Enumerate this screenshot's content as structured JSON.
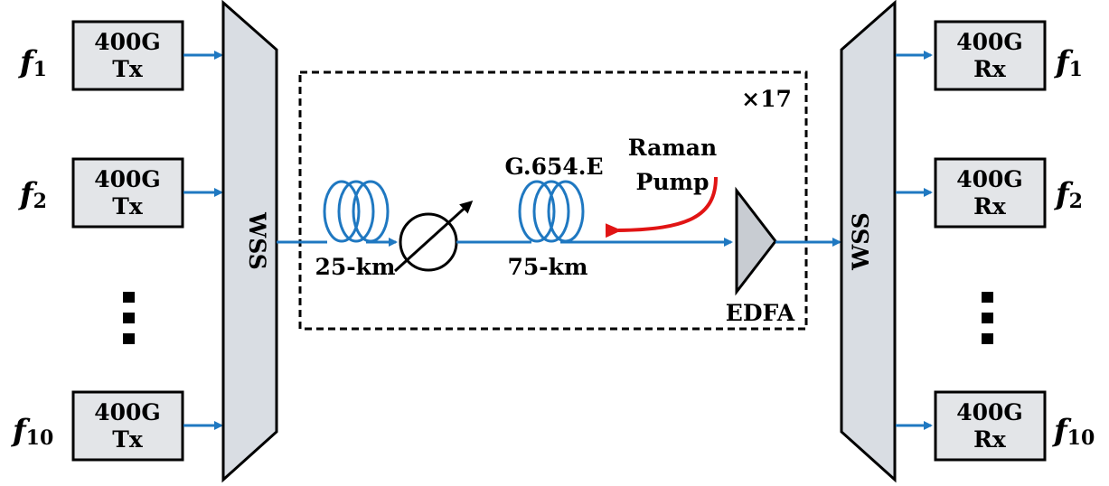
{
  "left_channels": [
    {
      "freq": "f",
      "sub": "1",
      "line1": "400G",
      "line2": "Tx"
    },
    {
      "freq": "f",
      "sub": "2",
      "line1": "400G",
      "line2": "Tx"
    },
    {
      "freq": "f",
      "sub": "10",
      "line1": "400G",
      "line2": "Tx"
    }
  ],
  "right_channels": [
    {
      "freq": "f",
      "sub": "1",
      "line1": "400G",
      "line2": "Rx"
    },
    {
      "freq": "f",
      "sub": "2",
      "line1": "400G",
      "line2": "Rx"
    },
    {
      "freq": "f",
      "sub": "10",
      "line1": "400G",
      "line2": "Rx"
    }
  ],
  "wss_left": "WSS",
  "wss_right": "WSS",
  "span": {
    "repeat": "×17",
    "fiber1_label": "25-km",
    "fiber2_type": "G.654.E",
    "fiber2_label": "75-km",
    "raman_line1": "Raman",
    "raman_line2": "Pump",
    "amp_label": "EDFA"
  },
  "colors": {
    "signal": "#1f78c1",
    "raman": "#e11414",
    "wss_fill": "#d9dde3",
    "amp_fill": "#c8ccd2"
  }
}
